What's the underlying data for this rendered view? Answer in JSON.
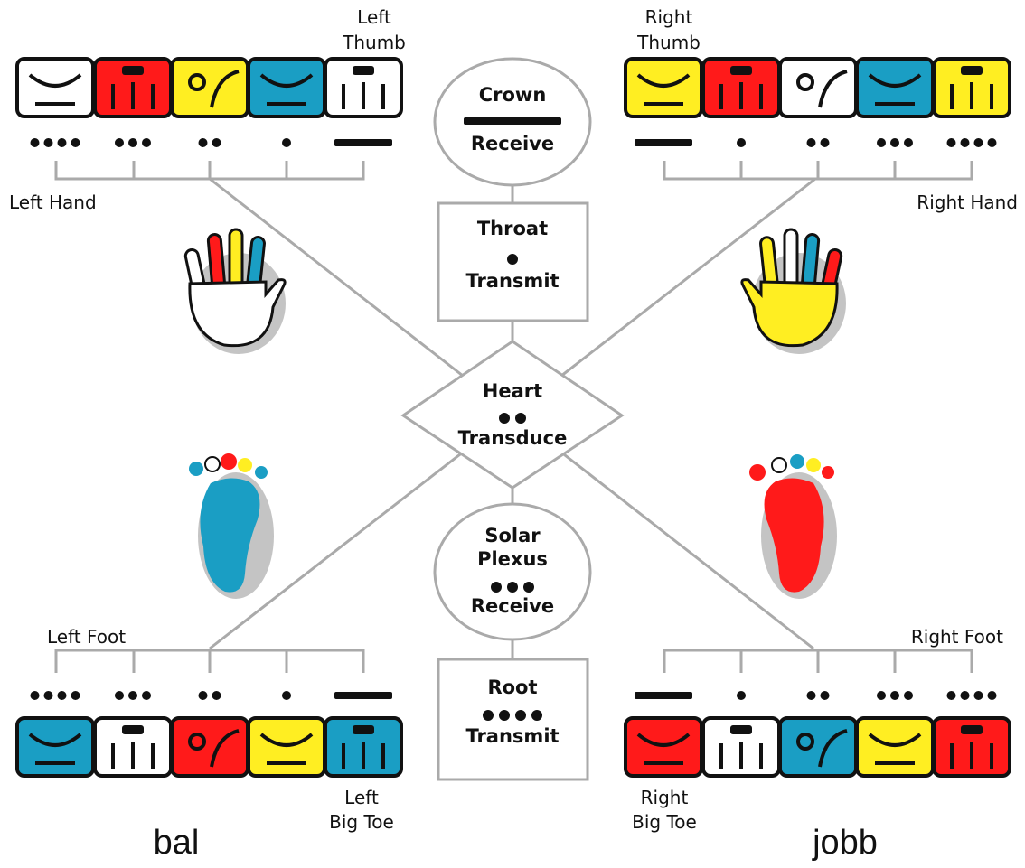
{
  "labels": {
    "left_thumb": [
      "Left",
      "Thumb"
    ],
    "right_thumb": [
      "Right",
      "Thumb"
    ],
    "left_hand": "Left Hand",
    "right_hand": "Right Hand",
    "left_foot": "Left Foot",
    "right_foot": "Right Foot",
    "left_big_toe": [
      "Left",
      "Big Toe"
    ],
    "right_big_toe": [
      "Right",
      "Big Toe"
    ]
  },
  "chakras": {
    "crown": {
      "name": "Crown",
      "action": "Receive",
      "count": 5
    },
    "throat": {
      "name": "Throat",
      "action": "Transmit",
      "count": 1
    },
    "heart": {
      "name": "Heart",
      "action": "Transduce",
      "count": 2
    },
    "solar_plexus": {
      "name": [
        "Solar",
        "Plexus"
      ],
      "action": "Receive",
      "count": 3
    },
    "root": {
      "name": "Root",
      "action": "Transmit",
      "count": 4
    }
  },
  "glyph_rows": {
    "left_hand": {
      "counts": [
        4,
        3,
        2,
        1,
        5
      ],
      "colors": [
        "#ffffff",
        "#ff1a1a",
        "#ffee22",
        "#1a9ec4",
        "#ffffff"
      ]
    },
    "right_hand": {
      "counts": [
        5,
        1,
        2,
        3,
        4
      ],
      "colors": [
        "#ffee22",
        "#ff1a1a",
        "#ffffff",
        "#1a9ec4",
        "#ffee22"
      ]
    },
    "left_foot": {
      "counts": [
        4,
        3,
        2,
        1,
        5
      ],
      "colors": [
        "#1a9ec4",
        "#ffffff",
        "#ff1a1a",
        "#ffee22",
        "#1a9ec4"
      ]
    },
    "right_foot": {
      "counts": [
        5,
        1,
        2,
        3,
        4
      ],
      "colors": [
        "#ff1a1a",
        "#ffffff",
        "#1a9ec4",
        "#ffee22",
        "#ff1a1a"
      ]
    }
  },
  "limb_colors": {
    "left_hand": "#ffffff",
    "right_hand": "#ffee22",
    "left_foot": "#1a9ec4",
    "right_foot": "#ff1a1a"
  },
  "icons": {
    "left_hand": "left-hand-icon",
    "right_hand": "right-hand-icon",
    "left_foot": "left-foot-icon",
    "right_foot": "right-foot-icon"
  },
  "bottom_labels": {
    "left": "bal",
    "right": "jobb"
  }
}
